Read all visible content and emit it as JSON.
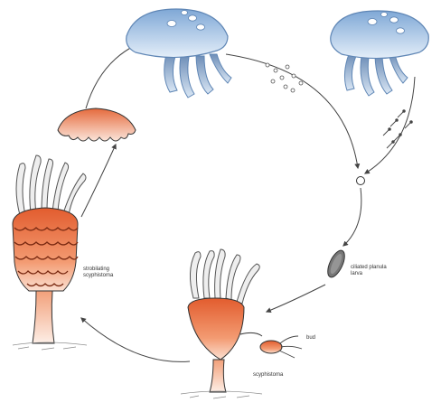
{
  "labels": {
    "strobilating_scyphistoma": "strobilating scyphistoma",
    "ciliated_planula_larva": "ciliated planula larva",
    "bud": "bud",
    "scyphistoma": "scyphistoma"
  },
  "colors": {
    "medusa_bell": "#a9c9ea",
    "medusa_bell_edge": "#5f86b5",
    "polyp_orange": "#e9774b",
    "polyp_light": "#f7c3a6",
    "outline": "#333333",
    "arrow": "#444444",
    "ground": "#888888"
  },
  "icons": [
    "adult-medusa",
    "spawning-medusa",
    "gametes",
    "zygote",
    "planula-larva",
    "scyphistoma-polyp",
    "strobila",
    "ephyra",
    "bud"
  ]
}
